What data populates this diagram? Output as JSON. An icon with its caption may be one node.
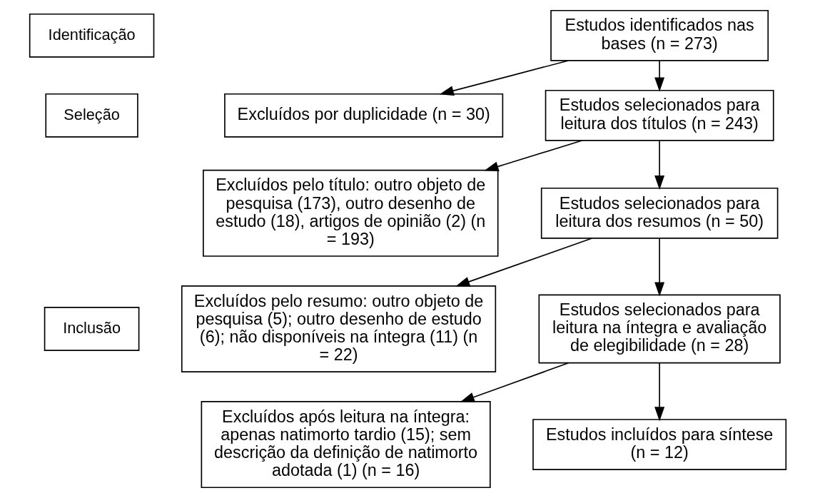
{
  "diagram": {
    "nodes": [
      {
        "text": [
          "Identificação"
        ]
      },
      {
        "text": [
          "Seleção"
        ]
      },
      {
        "text": [
          "Inclusão"
        ]
      },
      {
        "text": [
          "Estudos identificados nas bases (n = 273)"
        ]
      },
      {
        "text": [
          "Excluídos por duplicidade (n = 30)"
        ]
      },
      {
        "text": [
          "Estudos selecionados para leitura dos títulos (n = 243)"
        ]
      },
      {
        "text": [
          "Excluídos pelo título: outro objeto de pesquisa (173), outro desenho de estudo (18), artigos de opinião (2) (n = 193)"
        ]
      },
      {
        "text": [
          "Estudos selecionados para leitura dos resumos (n = 50)"
        ]
      },
      {
        "text": [
          "Excluídos pelo resumo: outro objeto de pesquisa (5); outro desenho de estudo (6); não disponíveis na íntegra (11) (n = 22)"
        ]
      },
      {
        "text": [
          "Estudos selecionados para leitura na íntegra e avaliação de elegibilidade (n = 28)"
        ]
      },
      {
        "text": [
          "Excluídos após leitura na íntegra: apenas natimorto tardio (15); sem descrição da definição de natimorto adotada (1) (n = 16)"
        ]
      },
      {
        "text": [
          "Estudos incluídos para síntese (n = 12)"
        ]
      }
    ],
    "edges": [
      {
        "from": 3,
        "to": 4,
        "arrow": "to"
      },
      {
        "from": 3,
        "to": 5,
        "arrow": "to"
      },
      {
        "from": 5,
        "to": 6,
        "arrow": "to"
      },
      {
        "from": 5,
        "to": 7,
        "arrow": "to"
      },
      {
        "from": 7,
        "to": 8,
        "arrow": "to"
      },
      {
        "from": 7,
        "to": 9,
        "arrow": "to"
      },
      {
        "from": 9,
        "to": 10,
        "arrow": "to"
      },
      {
        "from": 9,
        "to": 11,
        "arrow": "to"
      }
    ]
  }
}
